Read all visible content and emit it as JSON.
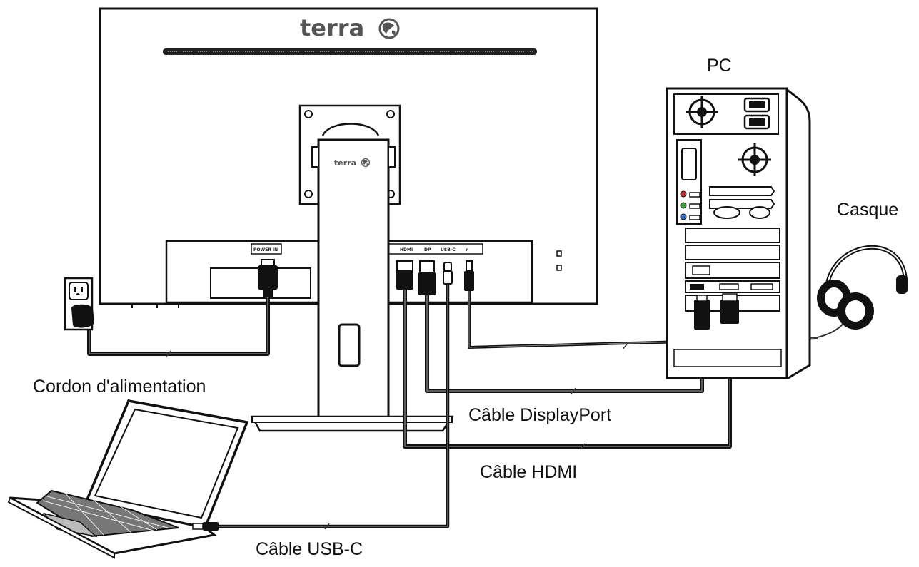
{
  "labels": {
    "pc": "PC",
    "headphones": "Casque",
    "power_cord": "Cordon d'alimentation",
    "displayport_cable": "Câble DisplayPort",
    "hdmi_cable": "Câble HDMI",
    "usbc_cable": "Câble USB-C"
  },
  "monitor": {
    "brand": "terra",
    "brand_small": "terra",
    "ports": {
      "power": "POWER IN",
      "hdmi": "HDMI",
      "dp": "DP",
      "usbc": "USB-C",
      "audio": "∩"
    }
  }
}
